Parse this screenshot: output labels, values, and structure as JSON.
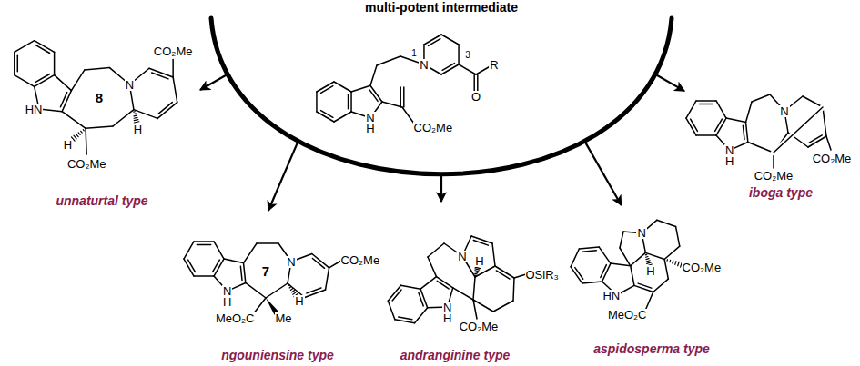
{
  "diagram": {
    "nodes": [
      {
        "text": [
          "multi-potent intermediate"
        ]
      },
      {
        "text": [
          "unnaturtal type"
        ]
      },
      {
        "text": [
          "iboga type"
        ]
      },
      {
        "text": [
          "ngouniensine type"
        ]
      },
      {
        "text": [
          "andranginine type"
        ]
      },
      {
        "text": [
          "aspidosperma type"
        ]
      }
    ],
    "edges": [
      {
        "from": 0,
        "to": 1,
        "arrow": "to"
      },
      {
        "from": 0,
        "to": 2,
        "arrow": "to"
      },
      {
        "from": 0,
        "to": 3,
        "arrow": "to"
      },
      {
        "from": 0,
        "to": 4,
        "arrow": "to"
      },
      {
        "from": 0,
        "to": 5,
        "arrow": "to"
      }
    ],
    "labels": [
      "1",
      "N",
      "3",
      "O",
      "R",
      "N",
      "H",
      "CO₂Me",
      "8",
      "HN",
      "H",
      "CO₂Me",
      "H",
      "N",
      "CO₂Me",
      "N",
      "H",
      "N",
      "CO₂Me",
      "CO₂Me",
      "7",
      "N",
      "H",
      "MeO₂C",
      "Me",
      "H",
      "N",
      "CO₂Me",
      "N",
      "H",
      "N",
      "H",
      "CO₂Me",
      "OSiR₃",
      "HN",
      "MeO₂C",
      "N",
      "H",
      "CO₂Me"
    ]
  }
}
